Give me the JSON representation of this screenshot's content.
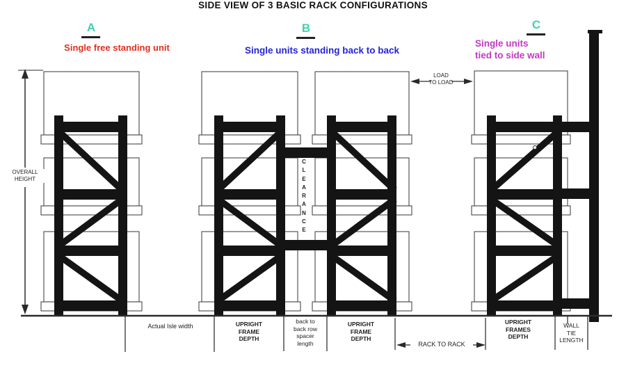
{
  "title": "SIDE VIEW OF 3 BASIC RACK CONFIGURATIONS",
  "sections": {
    "a": {
      "letter": "A",
      "caption": "Single free standing unit"
    },
    "b": {
      "letter": "B",
      "caption": "Single units standing back to back"
    },
    "c": {
      "letter": "C",
      "caption": [
        "Single units",
        "tied to side wall"
      ]
    }
  },
  "dimensions": {
    "overall_height": [
      "OVERALL",
      "HEIGHT"
    ],
    "load_to_load": [
      "LOAD",
      "TO LOAD"
    ],
    "clearance": "CLEARANCE",
    "actual_isle_width": "Actual Isle width",
    "upright_frame_depth_b_left": [
      "UPRIGHT",
      "FRAME",
      "DEPTH"
    ],
    "back_to_back_spacer": [
      "back to",
      "back row",
      "spacer",
      "length"
    ],
    "upright_frame_depth_b_right": [
      "UPRIGHT",
      "FRAME",
      "DEPTH"
    ],
    "rack_to_rack": "RACK TO RACK",
    "upright_frames_depth_c": [
      "UPRIGHT",
      "FRAMES",
      "DEPTH"
    ],
    "wall_tie_length": [
      "WALL",
      "TIE",
      "LENGTH"
    ]
  },
  "colors": {
    "section_letter": "#41d2ad",
    "caption_a": "#e1301f",
    "caption_b": "#2424d8",
    "caption_c": "#c438c2",
    "structure": "#141414",
    "box_outline": "#474747"
  }
}
